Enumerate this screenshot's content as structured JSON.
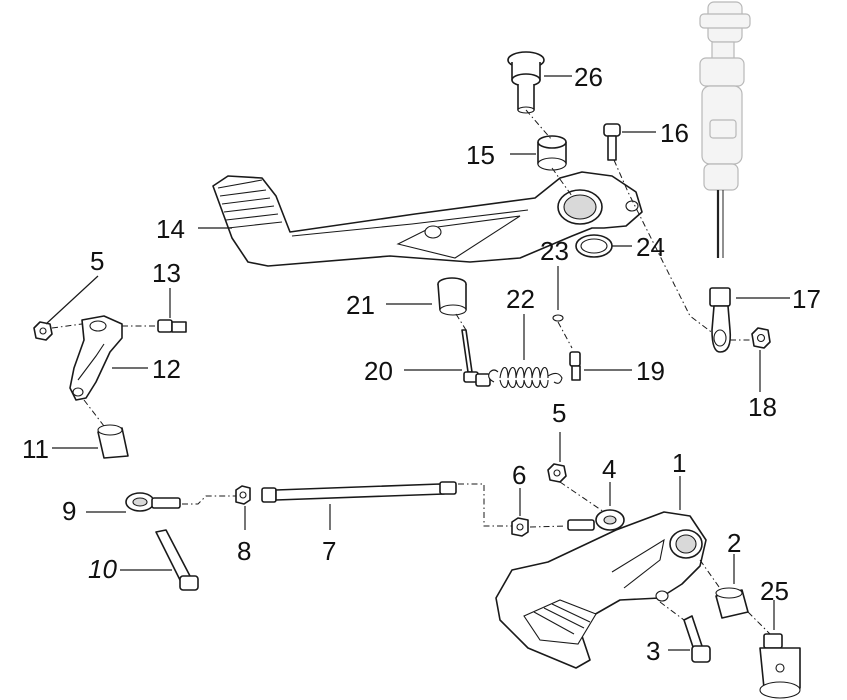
{
  "callouts": [
    {
      "id": "p1",
      "label": "1"
    },
    {
      "id": "p2",
      "label": "2"
    },
    {
      "id": "p3",
      "label": "3"
    },
    {
      "id": "p4",
      "label": "4"
    },
    {
      "id": "p5a",
      "label": "5"
    },
    {
      "id": "p5b",
      "label": "5"
    },
    {
      "id": "p6",
      "label": "6"
    },
    {
      "id": "p7",
      "label": "7"
    },
    {
      "id": "p8",
      "label": "8"
    },
    {
      "id": "p9",
      "label": "9"
    },
    {
      "id": "p10",
      "label": "10"
    },
    {
      "id": "p11",
      "label": "11"
    },
    {
      "id": "p12",
      "label": "12"
    },
    {
      "id": "p13",
      "label": "13"
    },
    {
      "id": "p14",
      "label": "14"
    },
    {
      "id": "p15",
      "label": "15"
    },
    {
      "id": "p16",
      "label": "16"
    },
    {
      "id": "p17",
      "label": "17"
    },
    {
      "id": "p18",
      "label": "18"
    },
    {
      "id": "p19",
      "label": "19"
    },
    {
      "id": "p20",
      "label": "20"
    },
    {
      "id": "p21",
      "label": "21"
    },
    {
      "id": "p22",
      "label": "22"
    },
    {
      "id": "p23",
      "label": "23"
    },
    {
      "id": "p24",
      "label": "24"
    },
    {
      "id": "p25",
      "label": "25"
    },
    {
      "id": "p26",
      "label": "26"
    }
  ]
}
